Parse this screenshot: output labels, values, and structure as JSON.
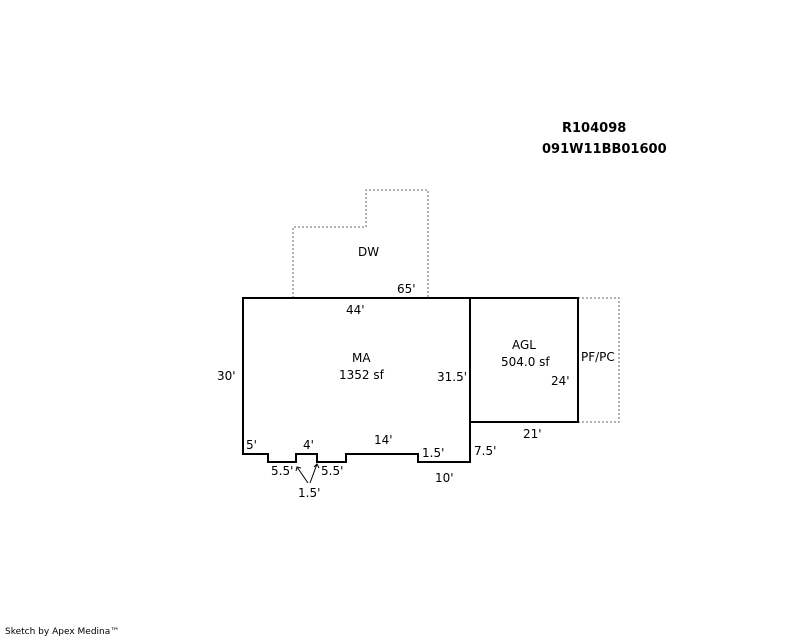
{
  "header": {
    "parcel_id": "R104098",
    "map_number": "091W11BB01600"
  },
  "areas": {
    "dw": {
      "label": "DW"
    },
    "ma": {
      "label": "MA",
      "area": "1352 sf"
    },
    "agl": {
      "label": "AGL",
      "area": "504.0 sf"
    },
    "pfpc": {
      "label": "PF/PC"
    }
  },
  "dimensions": {
    "dw_65": "65'",
    "ma_top": "44'",
    "ma_left": "30'",
    "ma_right": "31.5'",
    "agl_right": "24'",
    "agl_bottom": "21'",
    "step_5": "5'",
    "notch_4": "4'",
    "seg_14": "14'",
    "step_15": "1.5'",
    "right_75": "7.5'",
    "bottom_10": "10'",
    "notch_55a": "5.5'",
    "notch_55b": "5.5'",
    "notch_depth": "1.5'"
  },
  "footer": {
    "credit": "Sketch by Apex Medina™"
  }
}
